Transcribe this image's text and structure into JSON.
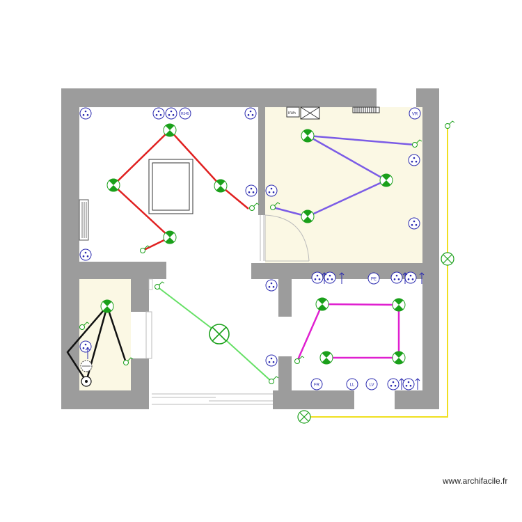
{
  "watermark": "www.archifacile.fr",
  "labels": {
    "rj45": "RJ45",
    "vr": "VR",
    "pe": "PE",
    "fr": "FR",
    "ll": "LL",
    "lv": "LV",
    "kwh": "KWh"
  },
  "colors": {
    "wall": "#9c9c9c",
    "circuit_red": "#e02020",
    "circuit_purple": "#7b5ce6",
    "circuit_green": "#66e066",
    "circuit_magenta": "#e020d0",
    "circuit_black": "#111111",
    "circuit_yellow": "#f0e020",
    "room_fill": "#fbf8e4",
    "symbol_green": "#1aa01a",
    "socket_blue": "#2a2ab0"
  }
}
